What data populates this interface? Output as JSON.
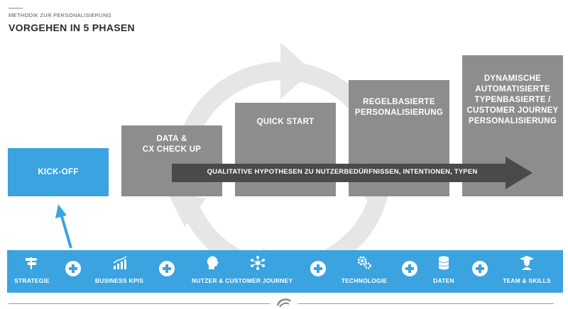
{
  "header": {
    "subtitle": "METHODIK ZUR PERSONALISIERUNG",
    "title": "VORGEHEN IN 5 PHASEN"
  },
  "phases": [
    {
      "label": "KICK-OFF",
      "color": "#3aa3e0"
    },
    {
      "label": "DATA &\nCX CHECK UP",
      "color": "#8d8d8d"
    },
    {
      "label": "QUICK START",
      "color": "#8d8d8d"
    },
    {
      "label": "REGELBASIERTE\nPERSONALISIERUNG",
      "color": "#8d8d8d"
    },
    {
      "label": "DYNAMISCHE\nAUTOMATISIERTE\nTYPENBASIERTE /\nCUSTOMER JOURNEY\nPERSONALISIERUNG",
      "color": "#8d8d8d"
    }
  ],
  "arrow_label": "QUALITATIVE HYPOTHESEN ZU NUTZERBEDÜRFNISSEN, INTENTIONEN, TYPEN",
  "foundation": {
    "color": "#3aa3e0",
    "items": [
      {
        "label": "STRATEGIE",
        "icon": "signpost-icon"
      },
      {
        "label": "BUSINESS KPIS",
        "icon": "growth-chart-icon"
      },
      {
        "label": "NUTZER & CUSTOMER JOURNEY",
        "icon": "user-head-icon"
      },
      {
        "label": "TECHNOLOGIE",
        "icon": "gears-icon"
      },
      {
        "label": "DATEN",
        "icon": "database-icon"
      },
      {
        "label": "TEAM & SKILLS",
        "icon": "team-member-icon"
      }
    ]
  },
  "colors": {
    "accent": "#3aa3e0",
    "phase_gray": "#8d8d8d",
    "arrow_dark": "#4a4a4a",
    "cycle_light": "#e6e6e6"
  }
}
